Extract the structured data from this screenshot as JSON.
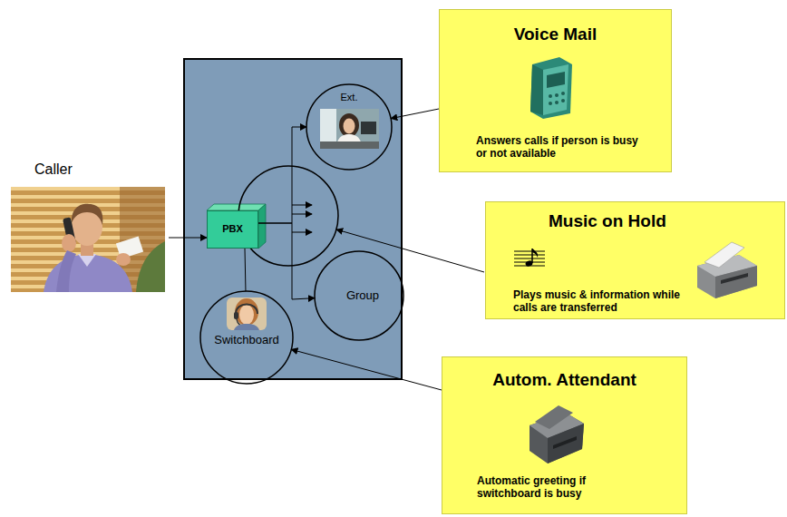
{
  "diagram": {
    "nodes": [
      {
        "text": [
          "Caller"
        ]
      },
      {
        "text": [
          "PBX"
        ]
      },
      {
        "text": [
          "Ext."
        ]
      },
      {
        "text": [
          "Group"
        ]
      },
      {
        "text": [
          "Switchboard"
        ]
      },
      {
        "text": [
          "Voice Mail",
          "Answers calls if person is busy or not available"
        ]
      },
      {
        "text": [
          "Music on Hold",
          "Plays music & information while calls are transferred"
        ]
      },
      {
        "text": [
          "Autom. Attendant",
          "Automatic greeting if switchboard is busy"
        ]
      }
    ],
    "edges": [
      {
        "from": 0,
        "to": 1,
        "arrow": "to"
      },
      {
        "from": 1,
        "to": 2,
        "arrow": "to"
      },
      {
        "from": 1,
        "to": 3,
        "arrow": "to"
      },
      {
        "from": 1,
        "to": 4,
        "arrow": "none"
      },
      {
        "from": 5,
        "to": 2,
        "arrow": "to"
      },
      {
        "from": 7,
        "to": 4,
        "arrow": "to"
      }
    ]
  }
}
